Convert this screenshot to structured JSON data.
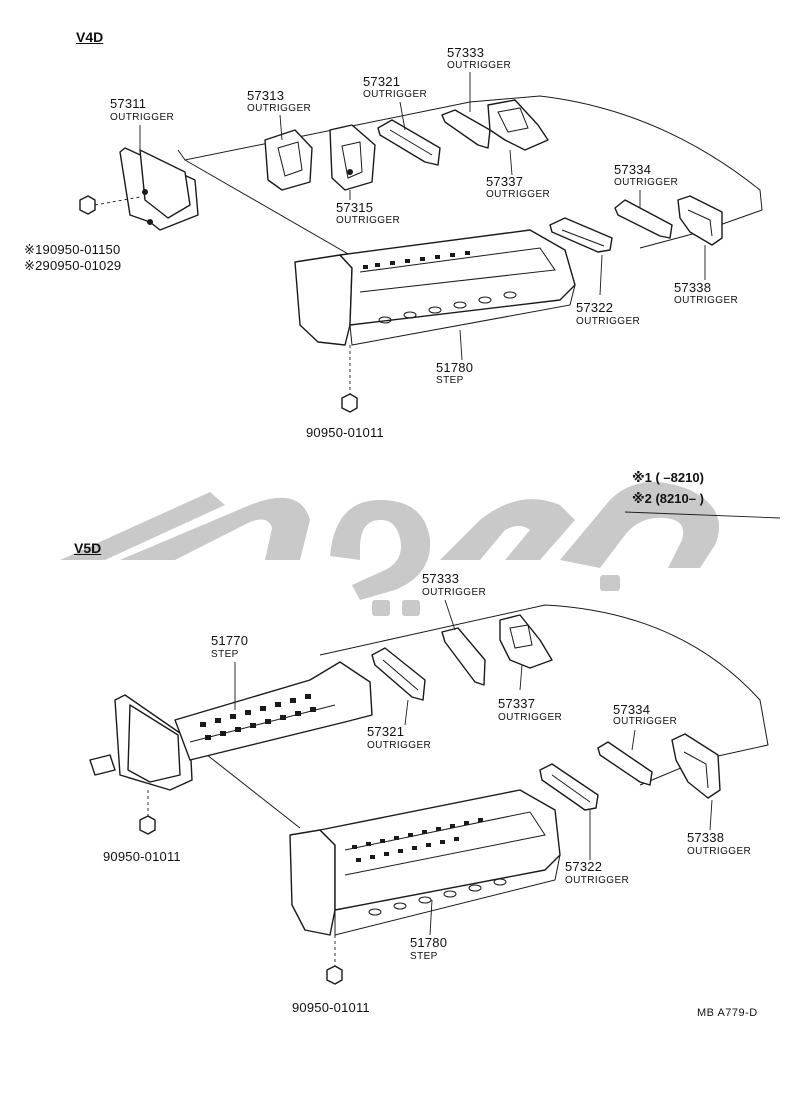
{
  "sections": {
    "top": {
      "title": "V4D"
    },
    "bottom": {
      "title": "V5D"
    }
  },
  "top_parts": {
    "p57311": {
      "number": "57311",
      "name": "OUTRIGGER"
    },
    "p57313": {
      "number": "57313",
      "name": "OUTRIGGER"
    },
    "p57321": {
      "number": "57321",
      "name": "OUTRIGGER"
    },
    "p57333": {
      "number": "57333",
      "name": "OUTRIGGER"
    },
    "p57337": {
      "number": "57337",
      "name": "OUTRIGGER"
    },
    "p57315": {
      "number": "57315",
      "name": "OUTRIGGER"
    },
    "p57334": {
      "number": "57334",
      "name": "OUTRIGGER"
    },
    "p57338": {
      "number": "57338",
      "name": "OUTRIGGER"
    },
    "p57322": {
      "number": "57322",
      "name": "OUTRIGGER"
    },
    "p51780": {
      "number": "51780",
      "name": "STEP"
    },
    "nut1": {
      "number": "※190950-01150"
    },
    "nut2": {
      "number": "※290950-01029"
    },
    "nut3": {
      "number": "90950-01011"
    }
  },
  "legend": {
    "row1": "※1 (       –8210)",
    "row2": "※2 (8210–       )"
  },
  "bottom_parts": {
    "p57333": {
      "number": "57333",
      "name": "OUTRIGGER"
    },
    "p51770": {
      "number": "51770",
      "name": "STEP"
    },
    "p57337": {
      "number": "57337",
      "name": "OUTRIGGER"
    },
    "p57321": {
      "number": "57321",
      "name": "OUTRIGGER"
    },
    "p57334": {
      "number": "57334",
      "name": "OUTRIGGER"
    },
    "p57338": {
      "number": "57338",
      "name": "OUTRIGGER"
    },
    "p57322": {
      "number": "57322",
      "name": "OUTRIGGER"
    },
    "p51780": {
      "number": "51780",
      "name": "STEP"
    },
    "nut1": {
      "number": "90950-01011"
    },
    "nut2": {
      "number": "90950-01011"
    }
  },
  "footer": {
    "code": "MB  A779-D"
  },
  "colors": {
    "ink": "#1a1a1a",
    "watermark": "#c9c9c9",
    "background": "#ffffff"
  }
}
